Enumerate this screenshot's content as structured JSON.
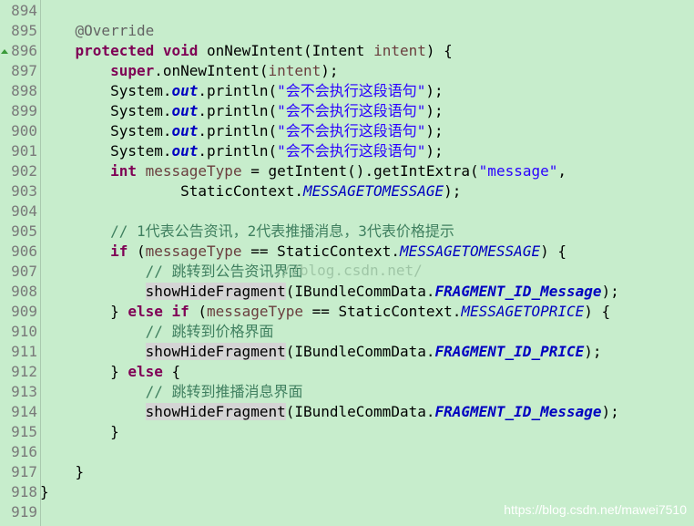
{
  "editor": {
    "watermark_center": "://blog.csdn.net/",
    "watermark_bottom": "https://blog.csdn.net/mawei7510",
    "override_marker_icon": "override-triangle-icon",
    "lines": [
      {
        "num": "894",
        "tokens": []
      },
      {
        "num": "895",
        "tokens": [
          {
            "t": "    "
          },
          {
            "t": "@Override",
            "c": "ann"
          }
        ]
      },
      {
        "num": "896",
        "tokens": [
          {
            "t": "    "
          },
          {
            "t": "protected",
            "c": "kw"
          },
          {
            "t": " "
          },
          {
            "t": "void",
            "c": "kw"
          },
          {
            "t": " onNewIntent(Intent "
          },
          {
            "t": "intent",
            "c": "var"
          },
          {
            "t": ") {"
          }
        ]
      },
      {
        "num": "897",
        "tokens": [
          {
            "t": "        "
          },
          {
            "t": "super",
            "c": "kw"
          },
          {
            "t": ".onNewIntent("
          },
          {
            "t": "intent",
            "c": "var"
          },
          {
            "t": ");"
          }
        ]
      },
      {
        "num": "898",
        "tokens": [
          {
            "t": "        System."
          },
          {
            "t": "out",
            "c": "field-static-bold"
          },
          {
            "t": ".println("
          },
          {
            "t": "\"会不会执行这段语句\"",
            "c": "str"
          },
          {
            "t": ");"
          }
        ]
      },
      {
        "num": "899",
        "tokens": [
          {
            "t": "        System."
          },
          {
            "t": "out",
            "c": "field-static-bold"
          },
          {
            "t": ".println("
          },
          {
            "t": "\"会不会执行这段语句\"",
            "c": "str"
          },
          {
            "t": ");"
          }
        ]
      },
      {
        "num": "900",
        "tokens": [
          {
            "t": "        System."
          },
          {
            "t": "out",
            "c": "field-static-bold"
          },
          {
            "t": ".println("
          },
          {
            "t": "\"会不会执行这段语句\"",
            "c": "str"
          },
          {
            "t": ");"
          }
        ]
      },
      {
        "num": "901",
        "tokens": [
          {
            "t": "        System."
          },
          {
            "t": "out",
            "c": "field-static-bold"
          },
          {
            "t": ".println("
          },
          {
            "t": "\"会不会执行这段语句\"",
            "c": "str"
          },
          {
            "t": ");"
          }
        ]
      },
      {
        "num": "902",
        "tokens": [
          {
            "t": "        "
          },
          {
            "t": "int",
            "c": "kw"
          },
          {
            "t": " "
          },
          {
            "t": "messageType",
            "c": "var"
          },
          {
            "t": " = getIntent().getIntExtra("
          },
          {
            "t": "\"message\"",
            "c": "str"
          },
          {
            "t": ","
          }
        ]
      },
      {
        "num": "903",
        "tokens": [
          {
            "t": "                StaticContext."
          },
          {
            "t": "MESSAGETOMESSAGE",
            "c": "field-static"
          },
          {
            "t": ");"
          }
        ]
      },
      {
        "num": "904",
        "tokens": []
      },
      {
        "num": "905",
        "tokens": [
          {
            "t": "        "
          },
          {
            "t": "// 1代表公告资讯，2代表推播消息，3代表价格提示",
            "c": "cmt"
          }
        ]
      },
      {
        "num": "906",
        "tokens": [
          {
            "t": "        "
          },
          {
            "t": "if",
            "c": "kw"
          },
          {
            "t": " ("
          },
          {
            "t": "messageType",
            "c": "var"
          },
          {
            "t": " == StaticContext."
          },
          {
            "t": "MESSAGETOMESSAGE",
            "c": "field-static"
          },
          {
            "t": ") {"
          }
        ]
      },
      {
        "num": "907",
        "tokens": [
          {
            "t": "            "
          },
          {
            "t": "// 跳转到公告资讯界面",
            "c": "cmt"
          }
        ]
      },
      {
        "num": "908",
        "tokens": [
          {
            "t": "            "
          },
          {
            "t": "showHideFragment",
            "c": "hl"
          },
          {
            "t": "(IBundleCommData."
          },
          {
            "t": "FRAGMENT_ID_Message",
            "c": "field-static-bold"
          },
          {
            "t": ");"
          }
        ]
      },
      {
        "num": "909",
        "tokens": [
          {
            "t": "        } "
          },
          {
            "t": "else",
            "c": "kw"
          },
          {
            "t": " "
          },
          {
            "t": "if",
            "c": "kw"
          },
          {
            "t": " ("
          },
          {
            "t": "messageType",
            "c": "var"
          },
          {
            "t": " == StaticContext."
          },
          {
            "t": "MESSAGETOPRICE",
            "c": "field-static"
          },
          {
            "t": ") {"
          }
        ]
      },
      {
        "num": "910",
        "tokens": [
          {
            "t": "            "
          },
          {
            "t": "// 跳转到价格界面",
            "c": "cmt"
          }
        ]
      },
      {
        "num": "911",
        "tokens": [
          {
            "t": "            "
          },
          {
            "t": "showHideFragment",
            "c": "hl"
          },
          {
            "t": "(IBundleCommData."
          },
          {
            "t": "FRAGMENT_ID_PRICE",
            "c": "field-static-bold"
          },
          {
            "t": ");"
          }
        ]
      },
      {
        "num": "912",
        "tokens": [
          {
            "t": "        } "
          },
          {
            "t": "else",
            "c": "kw"
          },
          {
            "t": " {"
          }
        ]
      },
      {
        "num": "913",
        "tokens": [
          {
            "t": "            "
          },
          {
            "t": "// 跳转到推播消息界面",
            "c": "cmt"
          }
        ]
      },
      {
        "num": "914",
        "tokens": [
          {
            "t": "            "
          },
          {
            "t": "showHideFragment",
            "c": "hl"
          },
          {
            "t": "(IBundleCommData."
          },
          {
            "t": "FRAGMENT_ID_Message",
            "c": "field-static-bold"
          },
          {
            "t": ");"
          }
        ]
      },
      {
        "num": "915",
        "tokens": [
          {
            "t": "        }"
          }
        ]
      },
      {
        "num": "916",
        "tokens": []
      },
      {
        "num": "917",
        "tokens": [
          {
            "t": "    }"
          }
        ]
      },
      {
        "num": "918",
        "tokens": [
          {
            "t": "}"
          }
        ]
      },
      {
        "num": "919",
        "tokens": []
      }
    ]
  }
}
